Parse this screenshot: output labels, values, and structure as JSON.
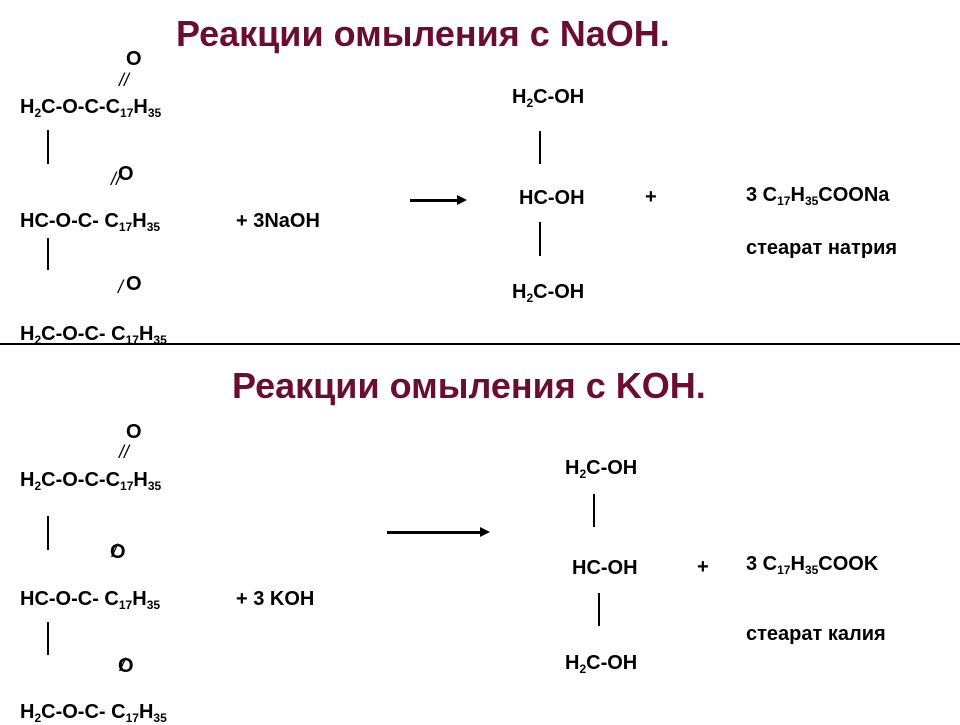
{
  "colors": {
    "title": "#6b0d33",
    "text": "#000000"
  },
  "naoh": {
    "title": "Реакции омыления с NaOH.",
    "o1": "O",
    "o2": "O",
    "o3": "O",
    "row1": {
      "a": "H",
      "a_sub": "2",
      "b": "C-O-C-C",
      "c_sub": "17",
      "d": "H",
      "e_sub": "35"
    },
    "row2": {
      "a": "HC-O-C- C",
      "b_sub": "17",
      "c": "H",
      "d_sub": "35"
    },
    "row3": {
      "a": "H",
      "a_sub": "2",
      "b": "C-O-C- C",
      "c_sub": "17",
      "d": "H",
      "e_sub": "35"
    },
    "reagent": "+  3NaOH",
    "glycerol": {
      "top_a": "H",
      "top_sub": "2",
      "top_b": "C-OH",
      "mid": "HC-OH",
      "bot_a": "H",
      "bot_sub": "2",
      "bot_b": "C-OH"
    },
    "plus": "+",
    "product": {
      "a": "3 C",
      "b_sub": "17",
      "c": "H",
      "d_sub": "35",
      "e": "COONa"
    },
    "product_name": "стеарат натрия"
  },
  "koh": {
    "title": "Реакции омыления с KOH.",
    "o1": "O",
    "o2": "O",
    "o3": "O",
    "row1": {
      "a": "H",
      "a_sub": "2",
      "b": "C-O-C-C",
      "c_sub": "17",
      "d": "H",
      "e_sub": "35"
    },
    "row2": {
      "a": "HC-O-C- C",
      "b_sub": "17",
      "c": "H",
      "d_sub": "35"
    },
    "row3": {
      "a": "H",
      "a_sub": "2",
      "b": "C-O-C- C",
      "c_sub": "17",
      "d": "H",
      "e_sub": "35"
    },
    "reagent": "+  3 KOH",
    "glycerol": {
      "top_a": "H",
      "top_sub": "2",
      "top_b": "C-OH",
      "mid": "HC-OH",
      "bot_a": "H",
      "bot_sub": "2",
      "bot_b": "C-OH"
    },
    "plus": "+",
    "product": {
      "a": "3 C",
      "b_sub": "17",
      "c": "H",
      "d_sub": "35",
      "e": "COOK"
    },
    "product_name": "стеарат калия"
  }
}
